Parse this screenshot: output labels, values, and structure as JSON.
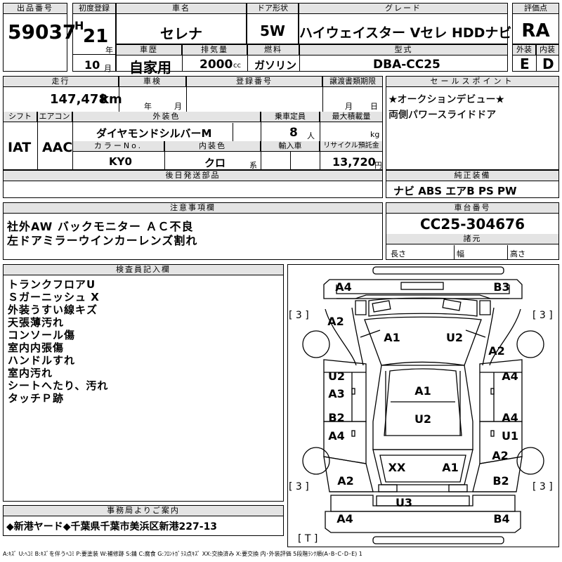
{
  "header": {
    "lot_no_label": "出品番号",
    "lot_no": "59037",
    "first_reg_label": "初度登録",
    "era": "H",
    "year": "21",
    "year_unit": "年",
    "month": "10",
    "month_unit": "月",
    "name_label": "車名",
    "name": "セレナ",
    "door_label": "ドア形状",
    "door": "5W",
    "grade_label": "グレード",
    "grade": "ハイウェイスター Vセレ HDDナビ",
    "score_label": "評価点",
    "score": "RA",
    "history_label": "車歴",
    "history": "自家用",
    "displacement_label": "排気量",
    "displacement": "2000",
    "displacement_unit": "cc",
    "fuel_label": "燃料",
    "fuel": "ガソリン",
    "model_label": "型式",
    "model": "DBA-CC25",
    "exterior_label": "外装",
    "exterior": "E",
    "interior_label": "内装",
    "interior": "D"
  },
  "row2": {
    "mileage_label": "走行",
    "mileage": "147,478",
    "mileage_unit": "km",
    "inspection_label": "車検",
    "year_unit": "年",
    "month_unit": "月",
    "reg_no_label": "登録番号",
    "transfer_label": "譲渡書類期限",
    "transfer_month": "月",
    "transfer_day": "日",
    "shift_label": "シフト",
    "shift": "IAT",
    "ac_label": "エアコン",
    "ac": "AAC",
    "color_label": "外装色",
    "color": "ダイヤモンドシルバーM",
    "capacity_label": "乗車定員",
    "capacity": "8",
    "capacity_unit": "人",
    "max_load_label": "最大積載量",
    "max_load_unit": "kg",
    "color_no_label": "カラーNo.",
    "color_no": "KY0",
    "int_color_label": "内装色",
    "int_color": "クロ",
    "int_color_suffix": "系",
    "import_label": "輸入車",
    "recycle_label": "リサイクル預託金",
    "recycle": "13,720",
    "recycle_unit": "円",
    "later_parts_label": "後日発送部品"
  },
  "sales": {
    "label": "セールスポイント",
    "line1": "★オークションデビュー★",
    "line2": "両側パワースライドドア"
  },
  "equipment": {
    "label": "純正装備",
    "value": "ナビ ABS エアB PS PW"
  },
  "caution": {
    "label": "注意事項欄",
    "line1": "社外AW バックモニター ＡＣ不良",
    "line2": "左ドアミラーウインカーレンズ割れ"
  },
  "chassis": {
    "label": "車台番号",
    "value": "CC25-304676",
    "dims_label": "諸元",
    "length": "長さ",
    "width": "幅",
    "height": "高さ"
  },
  "inspector": {
    "label": "検査員記入欄",
    "lines": [
      "トランクフロアU",
      "Ｓガーニッシュ X",
      "外装うすい線キズ",
      "天張薄汚れ",
      "コンソール傷",
      "室内内張傷",
      "ハンドルすれ",
      "室内汚れ",
      "シートへたり、汚れ",
      "タッチＰ跡"
    ]
  },
  "diagram": {
    "codes": {
      "front_left_corner": "A4",
      "front_right_corner": "B3",
      "left_fender": "A2",
      "right_fender": "A2",
      "hood_left": "A1",
      "hood_right": "U2",
      "left_front_door_1": "U2",
      "left_front_door_2": "A3",
      "roof_front": "A1",
      "roof_rear": "U2",
      "right_front_door_1": "A4",
      "left_rear_door_1": "B2",
      "left_rear_door_2": "A4",
      "right_rear_door_1": "A4",
      "right_rear_door_2": "U1",
      "rear_window": "XX",
      "back_door": "A1",
      "left_quarter": "A2",
      "right_quarter_1": "A2",
      "right_quarter_2": "B2",
      "rear_bumper": "U3",
      "rear_left_corner": "A4",
      "rear_right_corner": "B4"
    },
    "tires": {
      "front_left": "[ 3 ]",
      "front_right": "[ 3 ]",
      "rear_left": "[ 3 ]",
      "rear_right": "[ 3 ]",
      "spare": "[ T ]"
    }
  },
  "office": {
    "label": "事務局よりご案内",
    "text": "◆新港ヤード◆千葉県千葉市美浜区新港227-13"
  },
  "legend": "A:ｷｽﾞ U:ﾍｺﾐ B:ｷｽﾞを伴うﾍｺﾐ P:要塗装 W:補修跡 S:錆 C:腐食 G:ﾌﾛﾝﾄｶﾞﾗｽ点ｷｽﾞ XX:交換済み X:要交換 内･外装評価 5段階ﾗﾝｸ順(A･B･C･D･E) 1"
}
